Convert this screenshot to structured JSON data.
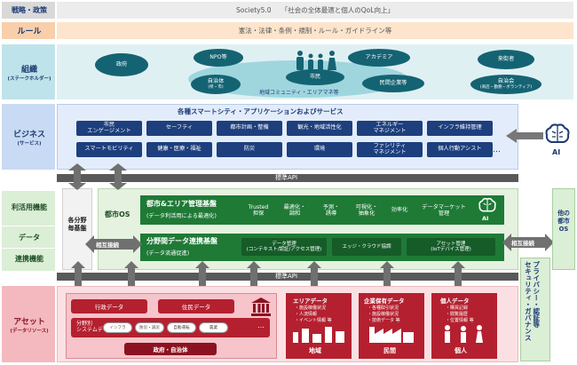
{
  "rows": {
    "policy": {
      "label": "戦略・政策",
      "band": "Society5.0　　「社会の全体最適と個人のQoL向上」"
    },
    "rule": {
      "label": "ルール",
      "band": "憲法・法律・条例・規制・ルール・ガイドライン等"
    },
    "org": {
      "label": "組織",
      "sub": "(ステークホルダー)"
    },
    "business": {
      "label": "ビジネス",
      "sub": "(サービス)"
    },
    "reuse": {
      "label": "利活用機能"
    },
    "data": {
      "label": "データ"
    },
    "link": {
      "label": "連携機能"
    },
    "asset": {
      "label": "アセット",
      "sub": "(データリソース)"
    }
  },
  "org": {
    "gov": "政府",
    "npo": "NPO等",
    "academia": "アカデミア",
    "visitor": "来街者",
    "citizen": "市民",
    "local_gov": "自治体",
    "local_gov_sub": "(県・市)",
    "private": "民間企業等",
    "local_body": "自治会",
    "local_body_sub": "(商店・勤務・ボランティア)",
    "community": "地域コミュニティ・エリアマネ等"
  },
  "business": {
    "title": "各種スマートシティ・アプリケーションおよびサービス",
    "services_row1": [
      "市民\nエンゲージメント",
      "セーフティ",
      "都市計画・整備",
      "観光・地域活性化",
      "エネルギー\nマネジメント",
      "インフラ維持管理"
    ],
    "services_row2": [
      "スマートモビリティ",
      "健康・医療・福祉",
      "防災",
      "環境",
      "ファシリティ\nマネジメント",
      "個人行動アシスト"
    ],
    "more": "…",
    "ai": "AI"
  },
  "api_top": "標準API",
  "api_bottom": "標準API",
  "city_os": {
    "label": "都市OS",
    "left_col": "各分野\n毎基盤",
    "right_col": "他の\n都市\nOS",
    "mutual_left": "相互接続",
    "mutual_right": "相互接続",
    "mgmt_title": "都市&エリア管理基盤",
    "mgmt_sub": "(データ利活用による最適化)",
    "mgmt_items": [
      "Trusted\n担保",
      "最適化・\n調和",
      "予測・\n誘導",
      "可視化・\n抽象化",
      "効率化",
      "データマーケット\n管理"
    ],
    "mgmt_ai": "AI",
    "inter_title": "分野間データ連携基盤",
    "inter_sub": "(データ流通促進)",
    "inter_items": [
      "データ管理\n(コンテキスト/認証/アクセス管理)",
      "エッジ・クラウド協調",
      "アセット管理\n(IoTデバイス管理)"
    ]
  },
  "security": "プライバシー・認証等\nセキュリティ・ガバナンス",
  "assets": {
    "gov": {
      "title": "政府・自治体",
      "admin": "行政データ",
      "resident": "住民データ",
      "system": "分野別\nシステムデータ",
      "items": [
        "インフラ",
        "防災・減災",
        "自動運転",
        "農業"
      ],
      "more": "…"
    },
    "area": {
      "title": "地域",
      "head": "エリアデータ",
      "lines": [
        "・施設稼働状況",
        "・人流情報",
        "・イベント情報 等"
      ]
    },
    "private": {
      "title": "民間",
      "head": "企業保有データ",
      "lines": [
        "・各種取引状況",
        "・施設稼働状況",
        "・技術データ 等"
      ]
    },
    "person": {
      "title": "個人",
      "head": "個人データ",
      "lines": [
        "・購買記録",
        "・閲覧履歴",
        "・位置情報 等"
      ]
    }
  },
  "colors": {
    "navy": "#1d3f7d",
    "green": "#1f7a36",
    "red": "#b4202f",
    "teal": "#146373"
  }
}
